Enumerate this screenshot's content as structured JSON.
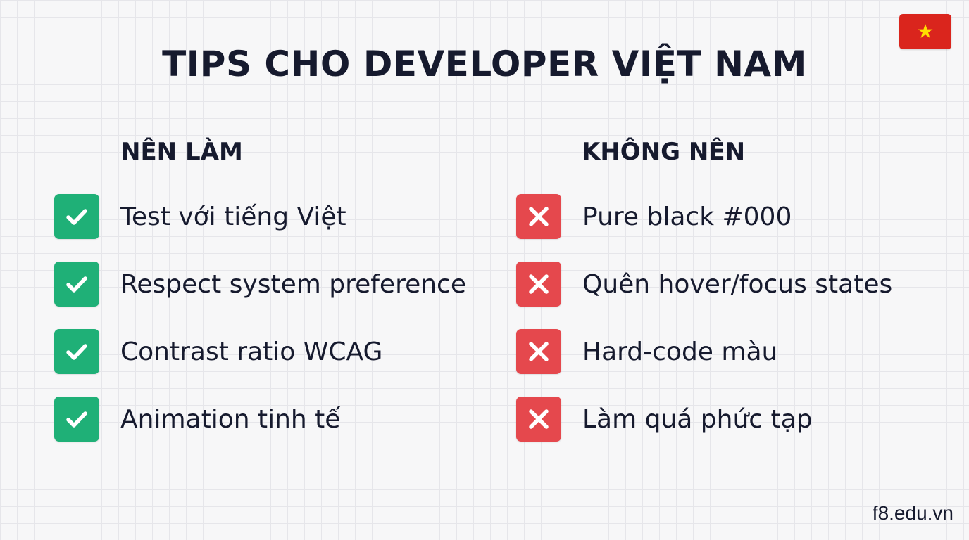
{
  "title": "TIPS CHO DEVELOPER VIỆT NAM",
  "flag": {
    "icon": "vietnam-flag-icon",
    "background": "#da251d",
    "star": "#ffde00"
  },
  "do": {
    "heading": "NÊN LÀM",
    "icon": "check-icon",
    "color": "#1fb077",
    "items": [
      "Test với tiếng Việt",
      "Respect system preference",
      "Contrast ratio WCAG",
      "Animation tinh tế"
    ]
  },
  "dont": {
    "heading": "KHÔNG NÊN",
    "icon": "x-icon",
    "color": "#e5484d",
    "items": [
      "Pure black #000",
      "Quên hover/focus states",
      "Hard-code màu",
      "Làm quá phức tạp"
    ]
  },
  "footer": "f8.edu.vn"
}
